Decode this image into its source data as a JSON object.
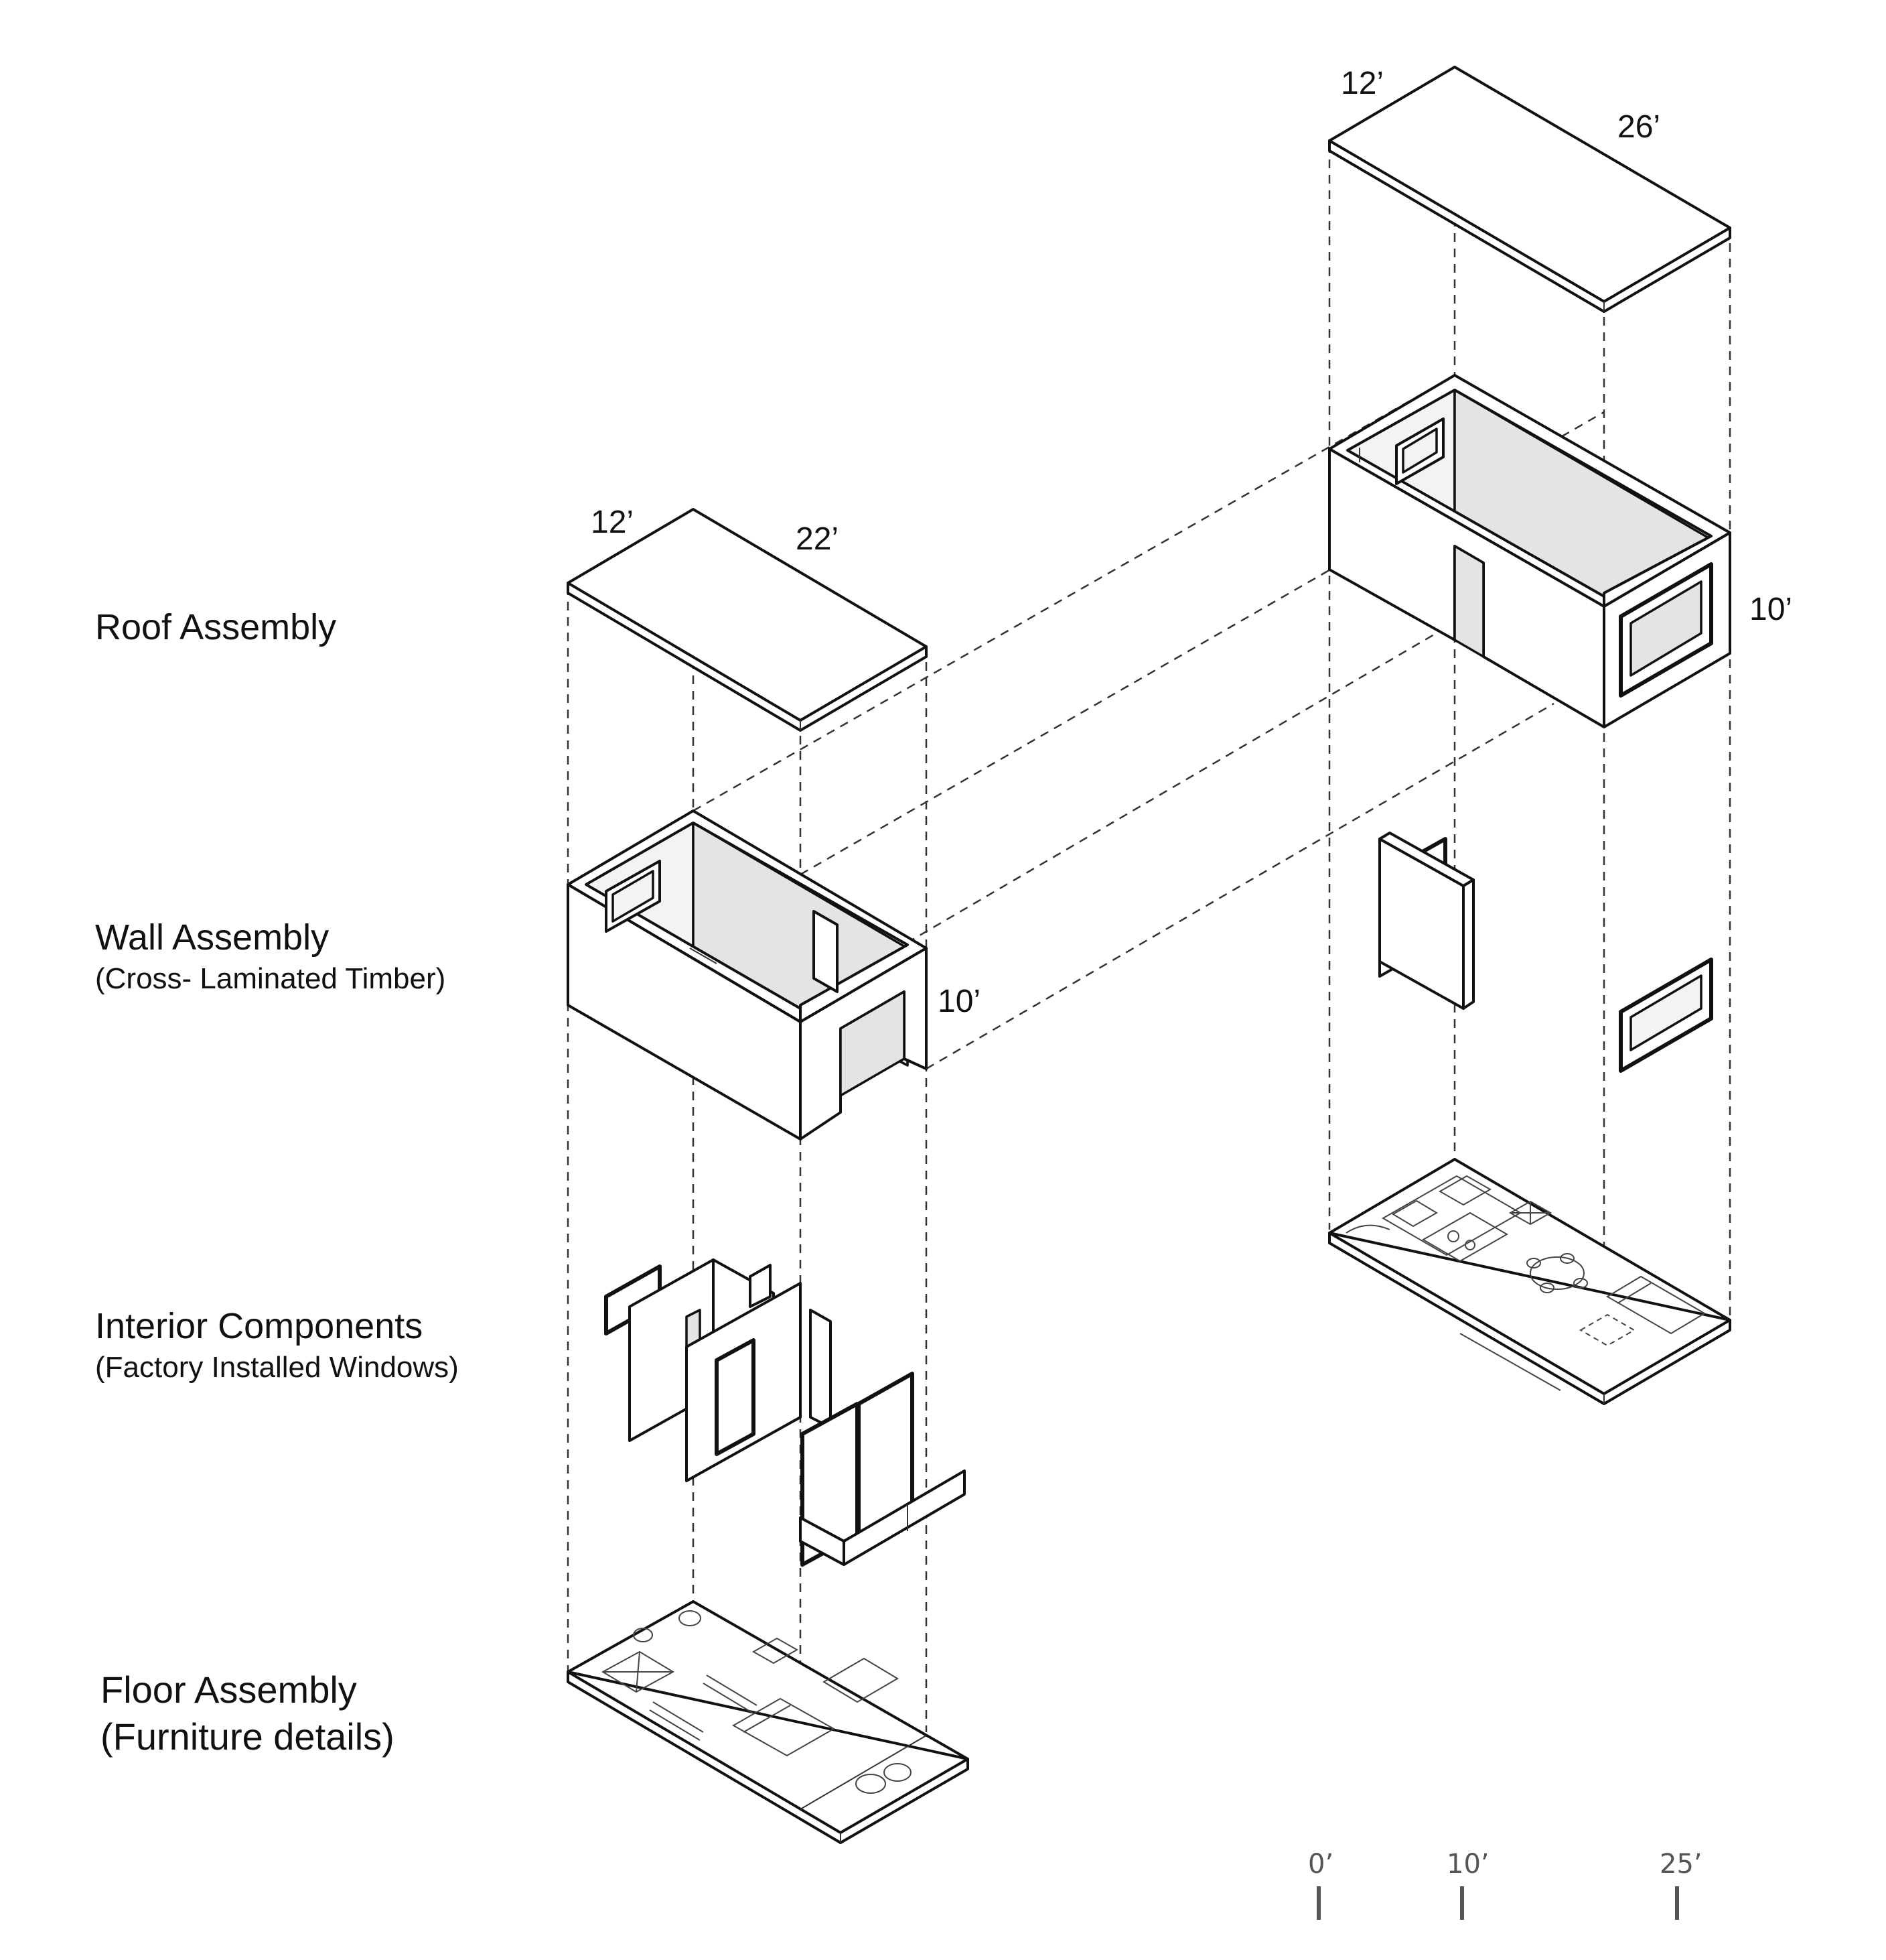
{
  "labels": {
    "roof": "Roof Assembly",
    "wall": "Wall Assembly",
    "wall_sub": "(Cross- Laminated Timber)",
    "interior": "Interior Components",
    "interior_sub": "(Factory Installed Windows)",
    "floor": "Floor Assembly",
    "floor_sub": "(Furniture details)"
  },
  "dimensions": {
    "small_width": "12’",
    "small_length": "22’",
    "small_height": "10’",
    "large_width": "12’",
    "large_length": "26’",
    "large_height": "10’"
  },
  "scale_bar": {
    "ticks": [
      "0’",
      "10’",
      "25’"
    ]
  }
}
